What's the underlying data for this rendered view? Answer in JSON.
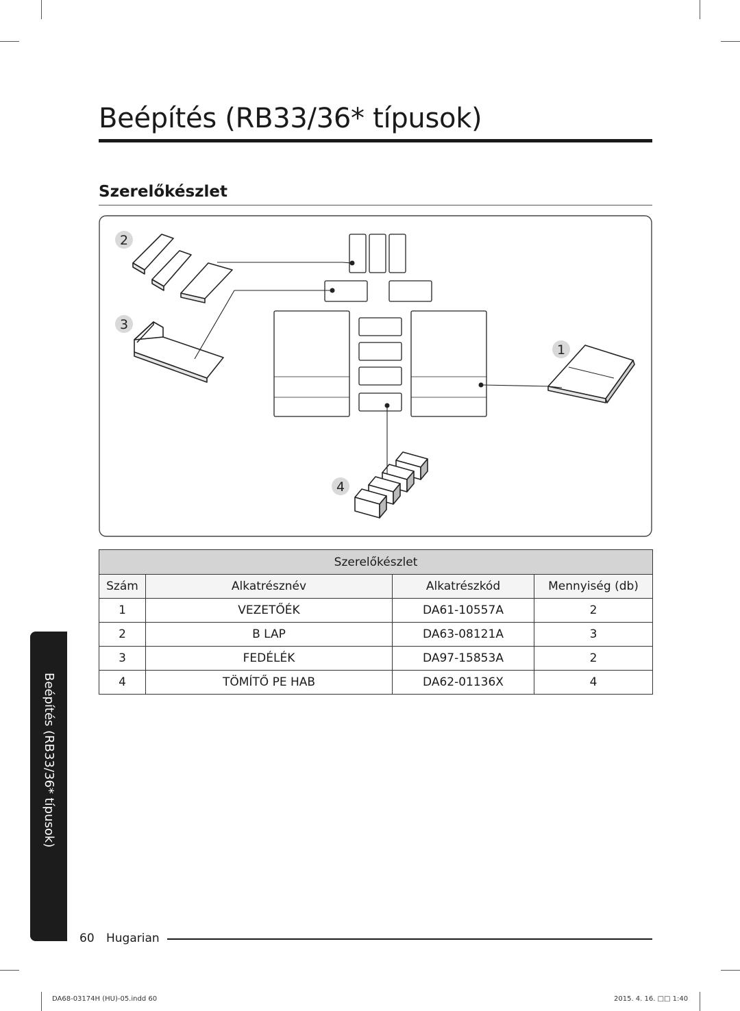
{
  "page": {
    "title": "Beépítés (RB33/36* típusok)",
    "section_title": "Szerelőkészlet"
  },
  "diagram": {
    "callouts": [
      "1",
      "2",
      "3",
      "4"
    ]
  },
  "table": {
    "caption": "Szerelőkészlet",
    "headers": [
      "Szám",
      "Alkatrésznév",
      "Alkatrészkód",
      "Mennyiség (db)"
    ],
    "rows": [
      [
        "1",
        "VEZETŐÉK",
        "DA61-10557A",
        "2"
      ],
      [
        "2",
        "B LAP",
        "DA63-08121A",
        "3"
      ],
      [
        "3",
        "FEDÉLÉK",
        "DA97-15853A",
        "2"
      ],
      [
        "4",
        "TÖMÍTŐ PE HAB",
        "DA62-01136X",
        "4"
      ]
    ]
  },
  "side_tab": {
    "label": "Beépítés (RB33/36* típusok)"
  },
  "footer": {
    "page_number": "60",
    "language": "Hugarian",
    "imprint_left": "DA68-03174H (HU)-05.indd   60",
    "imprint_right": "2015. 4. 16.   □□ 1:40"
  }
}
